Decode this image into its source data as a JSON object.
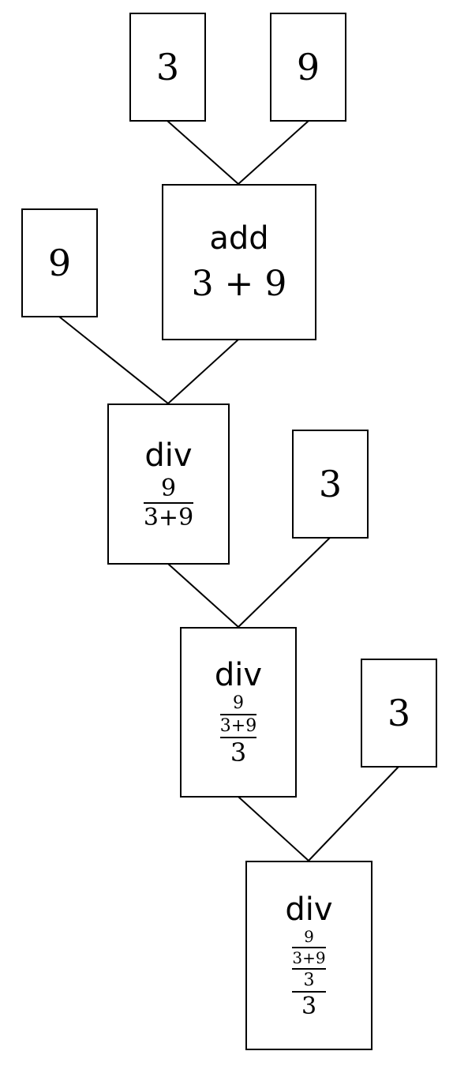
{
  "tree": {
    "leaf_3_top": "3",
    "leaf_9_top": "9",
    "add_node": {
      "op": "add",
      "expr": "3 + 9"
    },
    "leaf_9_left": "9",
    "div_node_1": {
      "op": "div",
      "num": "9",
      "den": "3+9"
    },
    "leaf_3_mid": "3",
    "div_node_2": {
      "op": "div",
      "inner_num": "9",
      "inner_den": "3+9",
      "den": "3"
    },
    "leaf_3_low": "3",
    "div_node_3": {
      "op": "div",
      "inner_num": "9",
      "inner_den": "3+9",
      "mid_den": "3",
      "den": "3"
    }
  },
  "colors": {
    "stroke": "#000000",
    "background": "#ffffff"
  }
}
